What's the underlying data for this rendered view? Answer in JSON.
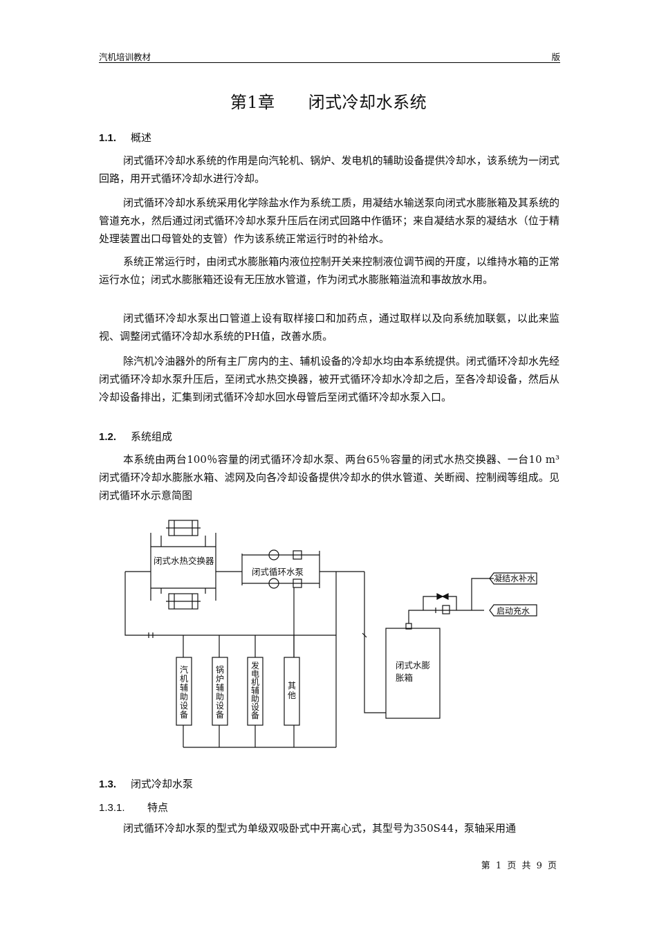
{
  "header": {
    "left": "汽机培训教材",
    "right": "版"
  },
  "title": {
    "chapter": "第1章",
    "name": "闭式冷却水系统"
  },
  "sections": {
    "s1": {
      "num": "1.1.",
      "title": "概述"
    },
    "s2": {
      "num": "1.2.",
      "title": "系统组成"
    },
    "s3": {
      "num": "1.3.",
      "title": "闭式冷却水泵"
    },
    "s31": {
      "num": "1.3.1.",
      "title": "特点"
    }
  },
  "paragraphs": {
    "p1": "闭式循环冷却水系统的作用是向汽轮机、锅炉、发电机的辅助设备提供冷却水，该系统为一闭式回路，用开式循环冷却水进行冷却。",
    "p2": "闭式循环冷却水系统采用化学除盐水作为系统工质，用凝结水输送泵向闭式水膨胀箱及其系统的管道充水，然后通过闭式循环冷却水泵升压后在闭式回路中作循环；来自凝结水泵的凝结水（位于精处理装置出口母管处的支管）作为该系统正常运行时的补给水。",
    "p3": "系统正常运行时，由闭式水膨胀箱内液位控制开关来控制液位调节阀的开度，以维持水箱的正常运行水位；闭式水膨胀箱还设有无压放水管道，作为闭式水膨胀箱溢流和事故放水用。",
    "p4": "闭式循环冷却水泵出口管道上设有取样接口和加药点，通过取样以及向系统加联氨，以此来监视、调整闭式循环冷却水系统的PH值，改善水质。",
    "p5": "除汽机冷油器外的所有主厂房内的主、辅机设备的冷却水均由本系统提供。闭式循环冷却水先经闭式循环冷却水泵升压后，至闭式水热交换器，被开式循环冷却水冷却之后，至各冷却设备，然后从冷却设备排出，汇集到闭式循环冷却水回水母管后至闭式循环冷却水泵入口。",
    "p6": "本系统由两台100％容量的闭式循环冷却水泵、两台65％容量的闭式水热交换器、一台10 m³闭式循环冷却水膨胀水箱、滤网及向各冷却设备提供冷却水的供水管道、关断阀、控制阀等组成。见闭式循环水示意简图",
    "p7": "闭式循环冷却水泵的型式为单级双吸卧式中开离心式，其型号为350S44，泵轴采用通"
  },
  "diagram": {
    "heat_exchanger": "闭式水热交换器",
    "pump": "闭式循环水泵",
    "condensate_makeup": "凝结水补水",
    "startup_fill": "启动充水",
    "expansion_tank_line1": "闭式水膨",
    "expansion_tank_line2": "胀箱",
    "equip1": [
      "汽",
      "机",
      "辅",
      "助",
      "设",
      "备"
    ],
    "equip2": [
      "锅",
      "炉",
      "辅",
      "助",
      "设",
      "备"
    ],
    "equip3": [
      "发",
      "电",
      "机",
      "辅",
      "助",
      "设",
      "备"
    ],
    "equip4": [
      "其",
      "他"
    ]
  },
  "footer": "第 1 页 共 9 页"
}
